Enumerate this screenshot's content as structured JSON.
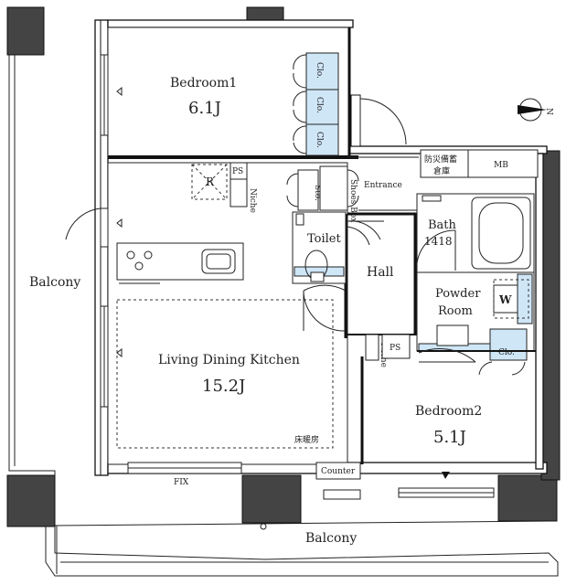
{
  "rooms": {
    "bedroom1": {
      "name": "Bedroom1",
      "size": "6.1J"
    },
    "ldk": {
      "name": "Living Dining Kitchen",
      "size": "15.2J"
    },
    "bedroom2": {
      "name": "Bedroom2",
      "size": "5.1J"
    },
    "toilet": "Toilet",
    "hall": "Hall",
    "bath": {
      "name": "Bath",
      "code": "1418"
    },
    "powder": {
      "line1": "Powder",
      "line2": "Room"
    },
    "entrance": "Entrance",
    "balcony_left": "Balcony",
    "balcony_bottom": "Balcony"
  },
  "fixtures": {
    "clo": "Clo.",
    "sto": "Sto.",
    "shoes_box": "Shoes Box",
    "ps": "PS",
    "niche": "Niche",
    "refrigerator_mark": "R",
    "counter": "Counter",
    "fix": "FIX",
    "floor_heating": "床暖房",
    "disaster_storage_1": "防災備蓄",
    "disaster_storage_2": "倉庫",
    "mb": "MB",
    "washer_mark": "W",
    "compass_north": "N"
  },
  "colors": {
    "closet_fill": "#cfe6f7",
    "wall": "#444444",
    "line": "#111111"
  }
}
